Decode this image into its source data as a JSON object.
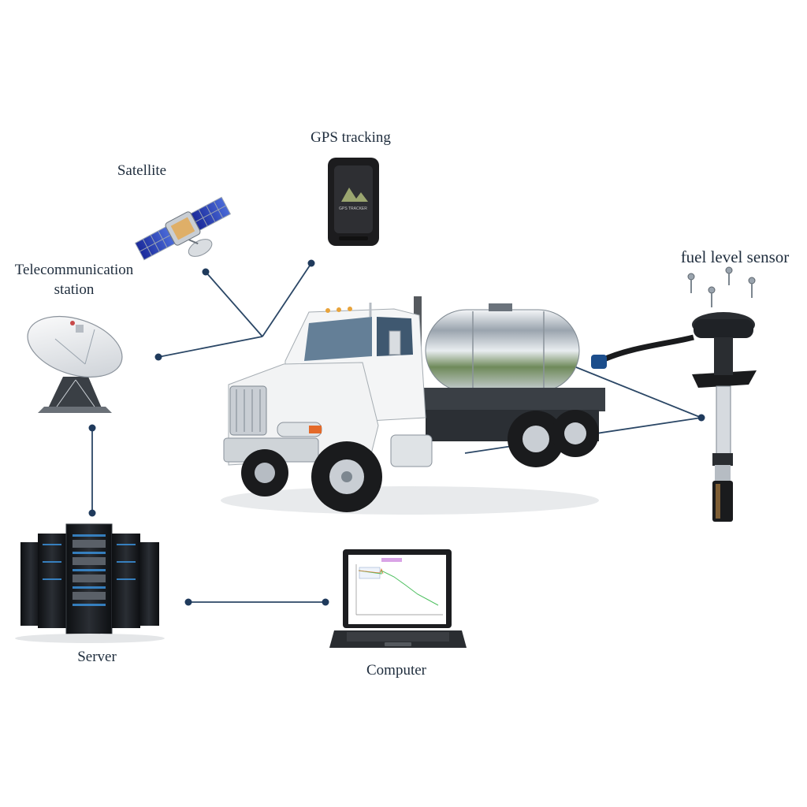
{
  "labels": {
    "telecom_line1": "Telecommunication",
    "telecom_line2": "station",
    "satellite": "Satellite",
    "gps": "GPS tracking",
    "fuel_sensor": "fuel level sensor",
    "server": "Server",
    "computer": "Computer"
  },
  "device_text": {
    "gps_tracker_print": "GPS TRACKER"
  },
  "colors": {
    "connector": "#2b4766",
    "node": "#1f3a5c",
    "label": "#1f2d3d"
  }
}
